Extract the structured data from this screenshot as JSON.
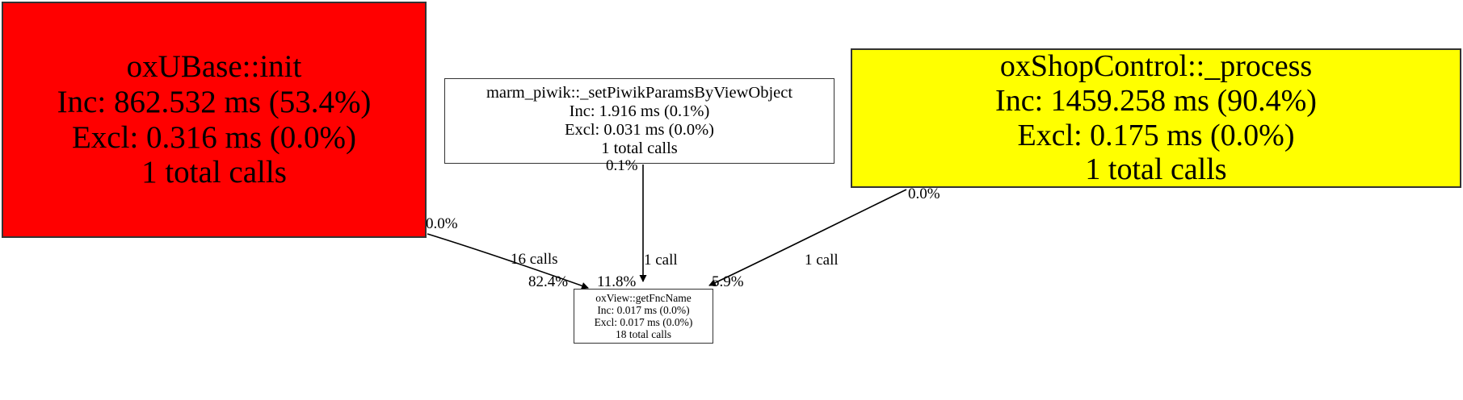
{
  "graph": {
    "title": "profiler call graph",
    "background": "#ffffff",
    "nodes": [
      {
        "id": "oxUBase::init",
        "fill": "#ff0000",
        "label_lines": [
          "oxUBase::init",
          "Inc: 862.532 ms (53.4%)",
          "Excl: 0.316 ms (0.0%)",
          "1 total calls"
        ],
        "name": "oxUBase::init",
        "inclusive_ms": 862.532,
        "inclusive_pct": "53.4%",
        "exclusive_ms": 0.316,
        "exclusive_pct": "0.0%",
        "total_calls": "1 total calls"
      },
      {
        "id": "marm_piwik::_setPiwikParamsByViewObject",
        "fill": "#ffffff",
        "label_lines": [
          "marm_piwik::_setPiwikParamsByViewObject",
          "Inc: 1.916 ms (0.1%)",
          "Excl: 0.031 ms (0.0%)",
          "1 total calls"
        ],
        "name": "marm_piwik::_setPiwikParamsByViewObject",
        "inclusive_ms": 1.916,
        "inclusive_pct": "0.1%",
        "exclusive_ms": 0.031,
        "exclusive_pct": "0.0%",
        "total_calls": "1 total calls"
      },
      {
        "id": "oxShopControl::_process",
        "fill": "#ffff00",
        "label_lines": [
          "oxShopControl::_process",
          "Inc: 1459.258 ms (90.4%)",
          "Excl: 0.175 ms (0.0%)",
          "1 total calls"
        ],
        "name": "oxShopControl::_process",
        "inclusive_ms": 1459.258,
        "inclusive_pct": "90.4%",
        "exclusive_ms": 0.175,
        "exclusive_pct": "0.0%",
        "total_calls": "1 total calls"
      },
      {
        "id": "oxView::getFncName",
        "fill": "#ffffff",
        "label_lines": [
          "oxView::getFncName",
          "Inc: 0.017 ms (0.0%)",
          "Excl: 0.017 ms (0.0%)",
          "18 total calls"
        ],
        "name": "oxView::getFncName",
        "inclusive_ms": 0.017,
        "inclusive_pct": "0.0%",
        "exclusive_ms": 0.017,
        "exclusive_pct": "0.0%",
        "total_calls": "18 total calls"
      }
    ],
    "edges": [
      {
        "from": "oxUBase::init",
        "to": "oxView::getFncName",
        "tail_label": "0.0%",
        "mid_label": "16 calls",
        "head_label": "82.4%"
      },
      {
        "from": "marm_piwik::_setPiwikParamsByViewObject",
        "to": "oxView::getFncName",
        "tail_label": "0.1%",
        "mid_label": "1 call",
        "head_label": "11.8%"
      },
      {
        "from": "oxShopControl::_process",
        "to": "oxView::getFncName",
        "tail_label": "0.0%",
        "mid_label": "1 call",
        "head_label": "5.9%"
      }
    ]
  }
}
